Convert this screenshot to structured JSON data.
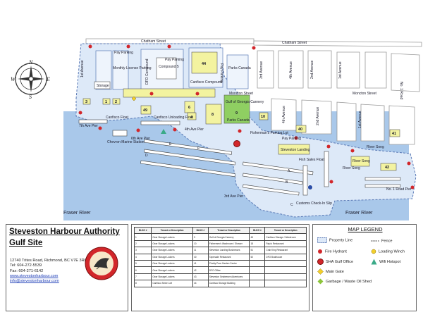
{
  "map": {
    "streets": {
      "chatham_w": "Chatham Street",
      "chatham_e": "Chatham Street",
      "moncton_w": "Moncton Street",
      "moncton_e": "Moncton Street",
      "first_ave_w": "1st Avenue",
      "third_ave": "3rd Avenue",
      "second_ave": "2nd Avenue",
      "first_ave_e": "1st Avenue",
      "no1_road": "No. 1 Road",
      "fourth_ave": "4th Avenue",
      "fourth_ave_b": "4th Avenue",
      "second_ave_b": "2nd Avenue",
      "first_ave_b": "1st Avenue"
    },
    "labels": {
      "pay_parking": "Pay Parking",
      "pay_parking_left": "Pay Parking",
      "monthly_license": "Monthly License Parking",
      "storage": "Storage",
      "compound5": "Compound 5",
      "dfo": "DFO Compound",
      "canfisco_compound": "Canfisco Compound",
      "pay_parking_vert": "Pay Parking",
      "parks_canada": "Parks Canada",
      "canfisco_float": "Canfisco Float",
      "canfisco_unloading": "Canfisco Unloading Float",
      "fourth_ave_pier": "4th Ave Pier",
      "seventh_ave_pier": "7th Ave Pier",
      "sixth_ave_pier": "6th Ave Pier",
      "chevron": "Chevron Marine Station",
      "gulf_cannery": "Gulf of Georgia Cannery",
      "parks_canada_2": "Parks Canada",
      "fishermens_lot": "Fisherman's Parking Lot",
      "pay_parking_2": "Pay Parking",
      "steveston_landing": "Steveston Landing",
      "river_song": "River Song",
      "river_song_a": "River Song",
      "river_song_b": "River Song",
      "fish_sales": "Fish Sales Float",
      "third_ave_pier": "3rd Ave Pier",
      "customs": "Customs Check-In Slip",
      "no1_pier": "No. 1 Road Pier",
      "fraser_w": "Fraser River",
      "fraser_e": "Fraser River",
      "float_d": "D",
      "float_e": "E",
      "float_f": "F",
      "float_a": "A",
      "float_b": "B",
      "float_c": "C"
    },
    "building_numbers": {
      "b44": "44",
      "b4": "4",
      "b6": "6",
      "b8": "8",
      "b9": "9",
      "b10": "10",
      "b49": "49",
      "b40": "40",
      "b41": "41",
      "b42": "42",
      "b1": "1",
      "b2": "2",
      "b3": "3"
    },
    "compass": {
      "n": "N",
      "s": "S",
      "e": "E",
      "w": "W"
    }
  },
  "title_block": {
    "org": "Steveston Harbour Authority",
    "site": "Gulf Site",
    "address": "12740 Trites Road, Richmond, BC V7E 3R8",
    "tel": "Tel: 604-272-5539",
    "fax": "Fax: 604-271-6142",
    "web": "www.stevestonharbour.com",
    "email": "info@stevestonharbour.com"
  },
  "building_table": {
    "headers": [
      "BLDG #",
      "Tenant or Description",
      "BLDG #",
      "Tenant or Description",
      "BLDG #",
      "Tenant or Description"
    ],
    "rows": [
      [
        "1",
        "Gear Storage Lockers",
        "9",
        "Gulf of Georgia Cannery",
        "45",
        "Canfisco Storage / Washroom"
      ],
      [
        "2",
        "Gear Storage Lockers",
        "10",
        "Fishermen's Washroom / Shower",
        "18",
        "Pajo's Restaurant"
      ],
      [
        "3",
        "Gear Storage Lockers",
        "11",
        "Steveston Landing Businesses",
        "51",
        "Crab King Restaurant"
      ],
      [
        "4",
        "Gear Storage Lockers",
        "40",
        "Tapenade Restaurant",
        "52",
        "DFO Boathouse"
      ],
      [
        "5",
        "Gear Storage Lockers",
        "41",
        "Prickly Pear Garden Centre",
        "",
        ""
      ],
      [
        "6",
        "Gear Storage Lockers",
        "42",
        "DFO Office",
        "",
        ""
      ],
      [
        "7",
        "Gear Storage Lockers",
        "43",
        "Steveston Seabreeze Adventures",
        "",
        ""
      ],
      [
        "8",
        "Canfisco Seine Loft",
        "44",
        "Canfisco Storage Building",
        "",
        ""
      ]
    ]
  },
  "legend": {
    "title": "MAP LEGEND",
    "property_line": "Property Line",
    "fence": "Fence",
    "fire_hydrant": "Fire Hydrant",
    "loading_winch": "Loading Winch",
    "sha_gulf_office": "SHA Gulf Office",
    "wifi": "Wifi Hotspot",
    "main_gate": "Main Gate",
    "garbage": "Garbage / Waste Oil Shed"
  },
  "colors": {
    "water": "#a9c8ea",
    "land": "#dde9f8",
    "block": "#ffffff",
    "building": "#f3f3a0",
    "green": "#8fcf62",
    "hydrant": "#d2262a",
    "winch": "#f2cf2a",
    "wifi": "#3aaa88",
    "garbage": "#8cc43a"
  }
}
